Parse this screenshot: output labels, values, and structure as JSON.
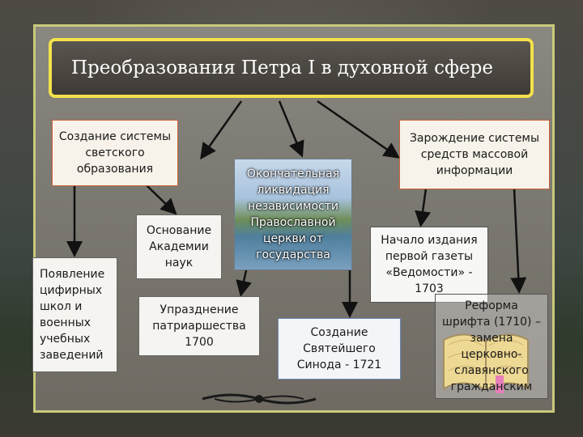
{
  "title": "Преобразования Петра I в духовной сфере",
  "nodes": {
    "education": [
      "Создание системы",
      "светского",
      "образования"
    ],
    "media": [
      "Зарождение системы",
      "средств массовой",
      "информации"
    ],
    "church": [
      "Окончательная",
      "ликвидация",
      "независимости",
      "Православной",
      "церкви от",
      "государства"
    ],
    "academy": [
      "Основание",
      "Академии",
      "наук"
    ],
    "schools": [
      "Появление",
      "цифирных",
      "школ и",
      "военных",
      "учебных",
      "заведений"
    ],
    "patriarchate": [
      "Упразднение",
      "патриаршества",
      "1700"
    ],
    "synod": [
      "Создание",
      "Святейшего",
      "Синода - 1721"
    ],
    "newspaper": [
      "Начало издания",
      "первой газеты",
      "«Ведомости» -",
      "1703"
    ],
    "font": [
      "Реформа",
      "шрифта (1710) –",
      "замена",
      "церковно-",
      "славянского",
      "гражданским"
    ]
  },
  "colors": {
    "title_border": "#f2e14a",
    "orange_border": "#c8643a",
    "blue_border": "#6d86b8",
    "frame": "#c9c97a"
  }
}
